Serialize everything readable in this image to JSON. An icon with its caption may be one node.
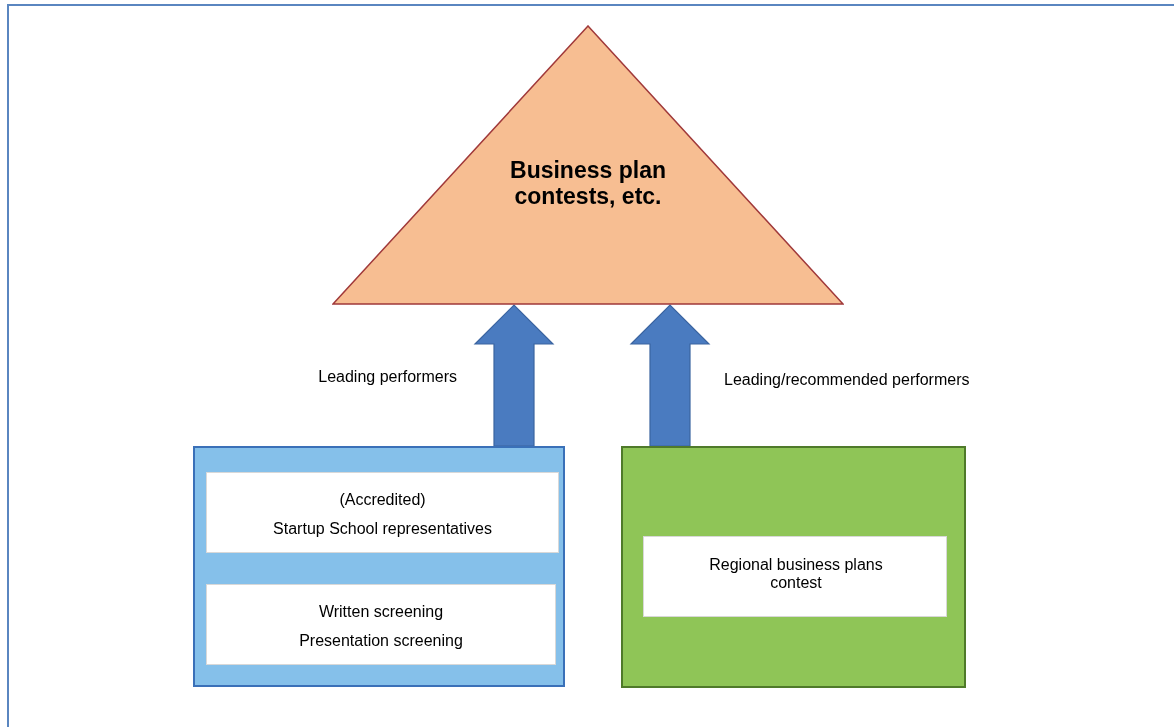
{
  "diagram": {
    "nodes": [
      {
        "text": [
          "Business plan contests, etc."
        ]
      },
      {
        "text": [],
        "shape": "box"
      },
      {
        "text": [
          "(Accredited)",
          "Startup School representatives"
        ],
        "in": 1
      },
      {
        "text": [
          "Written screening",
          "Presentation screening"
        ],
        "in": 1
      },
      {
        "text": [],
        "shape": "box"
      },
      {
        "text": [
          "Regional business plans contest"
        ],
        "in": 4
      }
    ],
    "edges": [
      {
        "from": 1,
        "to": 0,
        "arrow": "to",
        "label": "Leading performers"
      },
      {
        "from": 4,
        "to": 0,
        "arrow": "to",
        "label": "Leading/recommended performers"
      }
    ]
  }
}
